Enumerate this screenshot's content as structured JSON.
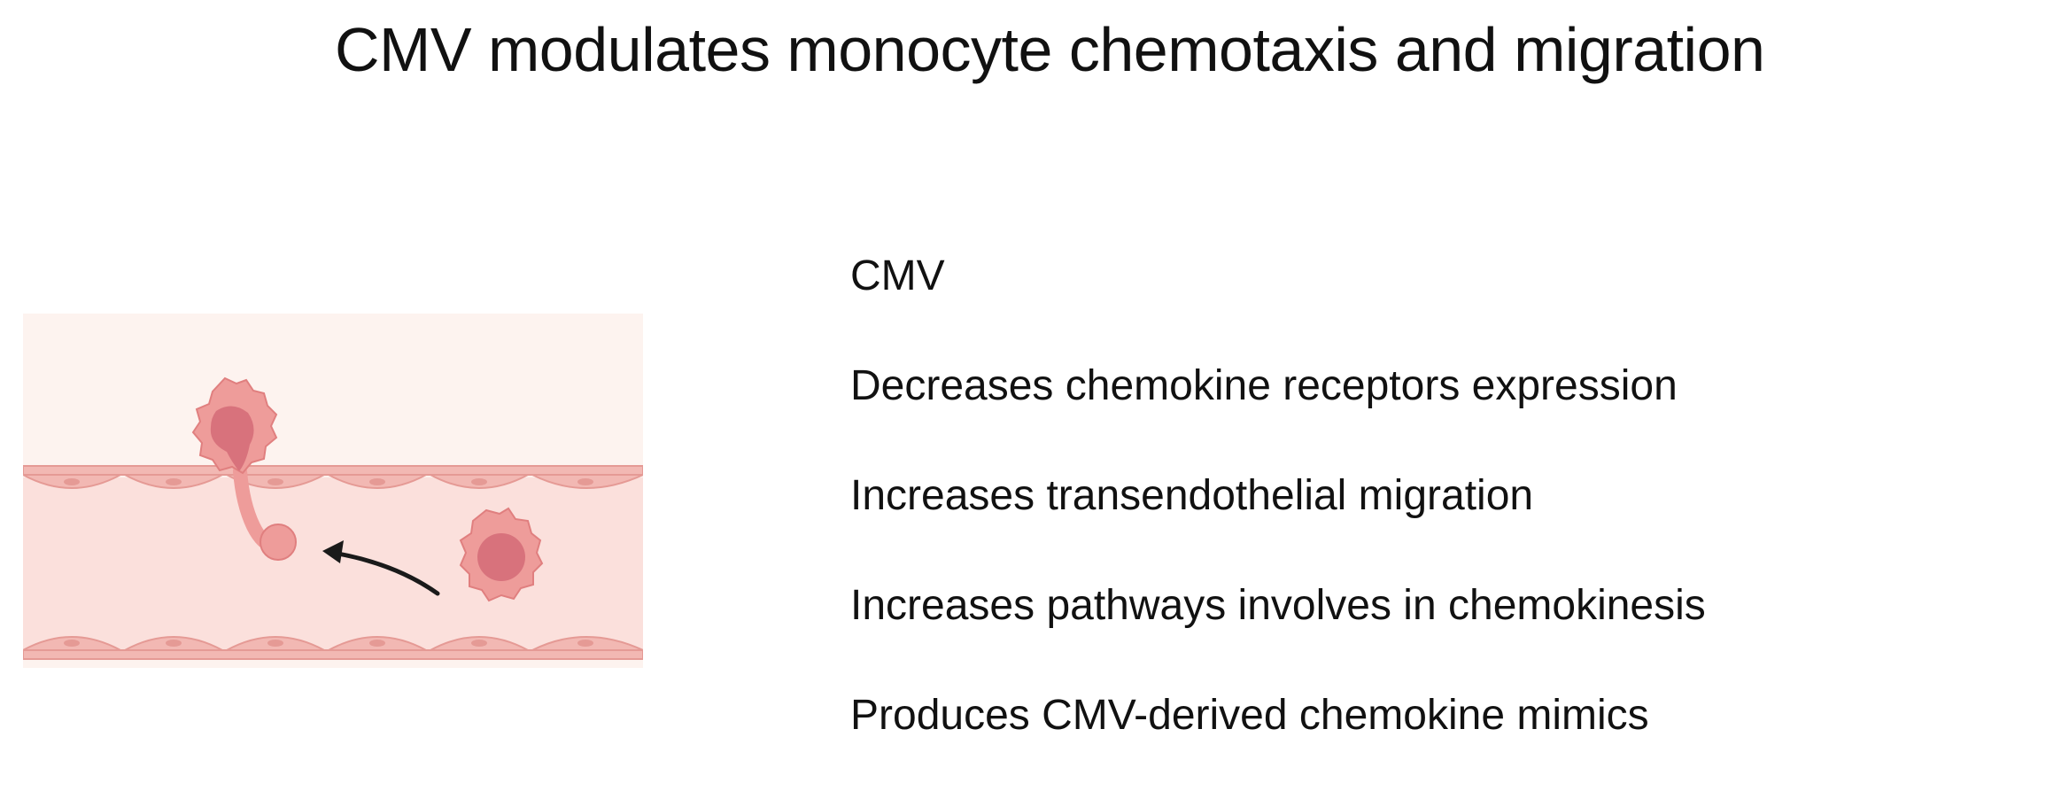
{
  "title": "CMV modulates monocyte chemotaxis and migration",
  "statements": [
    "CMV",
    "Decreases chemokine receptors expression",
    "Increases transendothelial migration",
    "Increases pathways involves in chemokinesis",
    "Produces CMV-derived chemokine mimics"
  ],
  "illustration": {
    "subject": "monocyte migrating across a blood vessel endothelium",
    "icons": [
      "blood-vessel-icon",
      "endothelial-cell-icon",
      "monocyte-icon",
      "migration-arrow-icon"
    ],
    "colors": {
      "tissue": "#fdf3ef",
      "lumen": "#fbe0dc",
      "endothelium": "#f2b8b3",
      "endothelium_outline": "#e59a95",
      "cell_body": "#ee9c9a",
      "cell_outline": "#e07f7f",
      "nucleus": "#d8727c",
      "arrow": "#1a1a1a"
    }
  }
}
